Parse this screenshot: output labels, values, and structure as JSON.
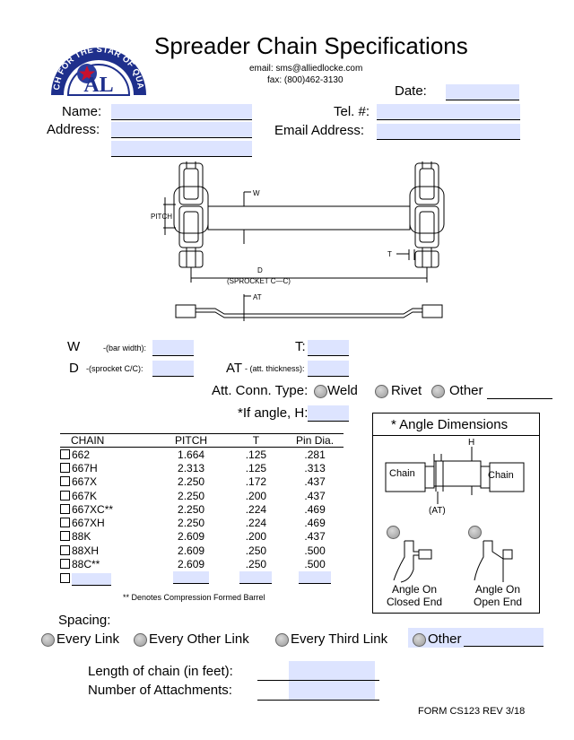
{
  "title": "Spreader Chain Specifications",
  "logo": {
    "ring_text": "REACH FOR THE STAR OF QUALITY",
    "letters": "AL"
  },
  "email": "email: sms@alliedlocke.com",
  "fax": "fax: (800)462-3130",
  "date_label": "Date:",
  "name_label": "Name:",
  "tel_label": "Tel. #:",
  "address_label": "Address:",
  "email_address_label": "Email Address:",
  "diagram": {
    "w": "W",
    "pitch": "PITCH",
    "d": "D",
    "sprocket": "(SPROCKET C—C)",
    "t": "T",
    "at": "AT"
  },
  "specs": {
    "w_label": "W",
    "w_note": "-(bar width):",
    "d_label": "D",
    "d_note": "-(sprocket C/C):",
    "t_label": "T:",
    "at_label": "AT",
    "at_note": "- (att. thickness):",
    "att_conn_label": "Att. Conn. Type:",
    "weld": "Weld",
    "rivet": "Rivet",
    "other": "Other",
    "if_angle": "*If angle, H:"
  },
  "table": {
    "headers": [
      "CHAIN",
      "PITCH",
      "T",
      "Pin Dia."
    ],
    "rows": [
      [
        "662",
        "1.664",
        ".125",
        ".281"
      ],
      [
        "667H",
        "2.313",
        ".125",
        ".313"
      ],
      [
        "667X",
        "2.250",
        ".172",
        ".437"
      ],
      [
        "667K",
        "2.250",
        ".200",
        ".437"
      ],
      [
        "667XC**",
        "2.250",
        ".224",
        ".469"
      ],
      [
        "667XH",
        "2.250",
        ".224",
        ".469"
      ],
      [
        "88K",
        "2.609",
        ".200",
        ".437"
      ],
      [
        "88XH",
        "2.609",
        ".250",
        ".500"
      ],
      [
        "88C**",
        "2.609",
        ".250",
        ".500"
      ]
    ],
    "footnote": "** Denotes Compression Formed Barrel"
  },
  "angle_box": {
    "title": "* Angle Dimensions",
    "h": "H",
    "chain_left": "Chain",
    "chain_right": "Chain",
    "at": "(AT)",
    "closed_label_1": "Angle On",
    "closed_label_2": "Closed End",
    "open_label_1": "Angle On",
    "open_label_2": "Open End"
  },
  "spacing": {
    "label": "Spacing:",
    "every_link": "Every Link",
    "every_other": "Every Other Link",
    "every_third": "Every Third Link",
    "other": "Other"
  },
  "length_label": "Length of chain (in feet):",
  "attachments_label": "Number of Attachments:",
  "form_id": "FORM CS123 REV 3/18"
}
